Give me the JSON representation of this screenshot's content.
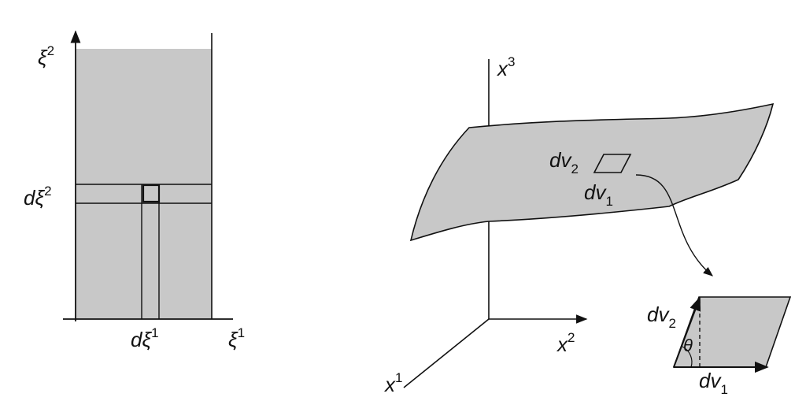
{
  "left_panel": {
    "axis_vertical": {
      "base": "ξ",
      "sup": "2"
    },
    "axis_horizontal": {
      "base": "ξ",
      "sup": "1"
    },
    "strip_horizontal": {
      "prefix": "d",
      "base": "ξ",
      "sup": "2"
    },
    "strip_vertical": {
      "prefix": "d",
      "base": "ξ",
      "sup": "1"
    }
  },
  "right_panel": {
    "axis_x3": {
      "base": "x",
      "sup": "3"
    },
    "axis_x2": {
      "base": "x",
      "sup": "2"
    },
    "axis_x1": {
      "base": "x",
      "sup": "1"
    },
    "patch_dv2": {
      "base": "dv",
      "sub": "2"
    },
    "patch_dv1": {
      "base": "dv",
      "sub": "1"
    },
    "inset_dv2": {
      "base": "dv",
      "sub": "2"
    },
    "inset_dv1": {
      "base": "dv",
      "sub": "1"
    },
    "inset_angle": "θ"
  },
  "colors": {
    "fill": "#c8c8c8",
    "stroke": "#111111"
  }
}
